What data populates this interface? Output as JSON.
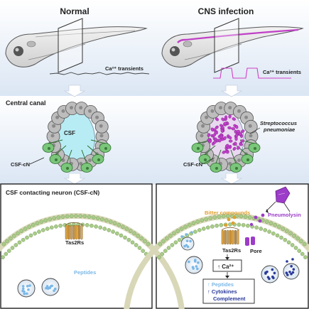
{
  "top": {
    "normal_title": "Normal",
    "infection_title": "CNS infection",
    "ca_label_left": "Ca²⁺ transients",
    "ca_label_right": "Ca²⁺ transients"
  },
  "middle": {
    "section_title": "Central canal",
    "csf_label": "CSF",
    "csfcn_label_left": "CSF-cN",
    "csfcn_label_right": "CSF-cN",
    "bacteria_label_line1": "Streptococcus",
    "bacteria_label_line2": "pneumoniae"
  },
  "bottom_left": {
    "title": "CSF contacting neuron (CSF-cN)",
    "receptor_label": "Tas2Rs",
    "peptides_label": "Peptides"
  },
  "bottom_right": {
    "bitter_label": "Bitter compounds",
    "pneumolysin_label": "Pneumolysin",
    "receptor_label": "Tas2Rs",
    "pore_label": "Pore",
    "calcium_label": "↑ Ca²⁺",
    "peptides_label": "↑ Peptides",
    "cytokines_label": "↑ Cytokines",
    "complement_label": "Complement"
  },
  "colors": {
    "infection_magenta": "#c040c8",
    "csf_blue": "#b8ecf4",
    "neuron_green": "#7ac67a",
    "membrane_green": "#a8cc88",
    "bitter_orange": "#e0a030",
    "pneumolysin_purple": "#9c3cc8",
    "peptide_blue": "#7ab8e8",
    "cytokine_navy": "#2a3a9c"
  }
}
